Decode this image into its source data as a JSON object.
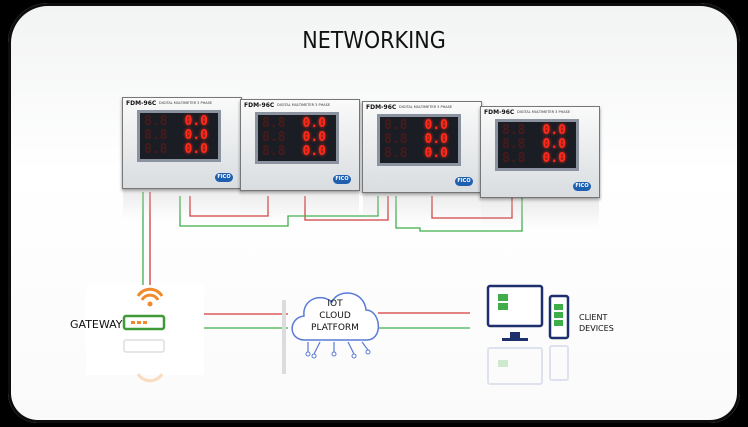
{
  "title": "NETWORKING",
  "meter_model": "FDM-96C",
  "meter_subtitle": "DIGITAL MULTIMETER 3 PHASE",
  "meter_brand": "FICO",
  "meter_readings": [
    "0.0",
    "0.0",
    "0.0"
  ],
  "gateway_label": "GATEWAY",
  "cloud_label_lines": [
    "IOT",
    "CLOUD",
    "PLATFORM"
  ],
  "client_label_lines": [
    "CLIENT",
    "DEVICES"
  ],
  "colors": {
    "wire_red": "#d43a3a",
    "wire_green": "#3fae4a",
    "gateway_green": "#3f9a37",
    "wifi_orange": "#f08a2c",
    "device_blue": "#1e2f6e",
    "led_red": "#ff2a1a"
  }
}
